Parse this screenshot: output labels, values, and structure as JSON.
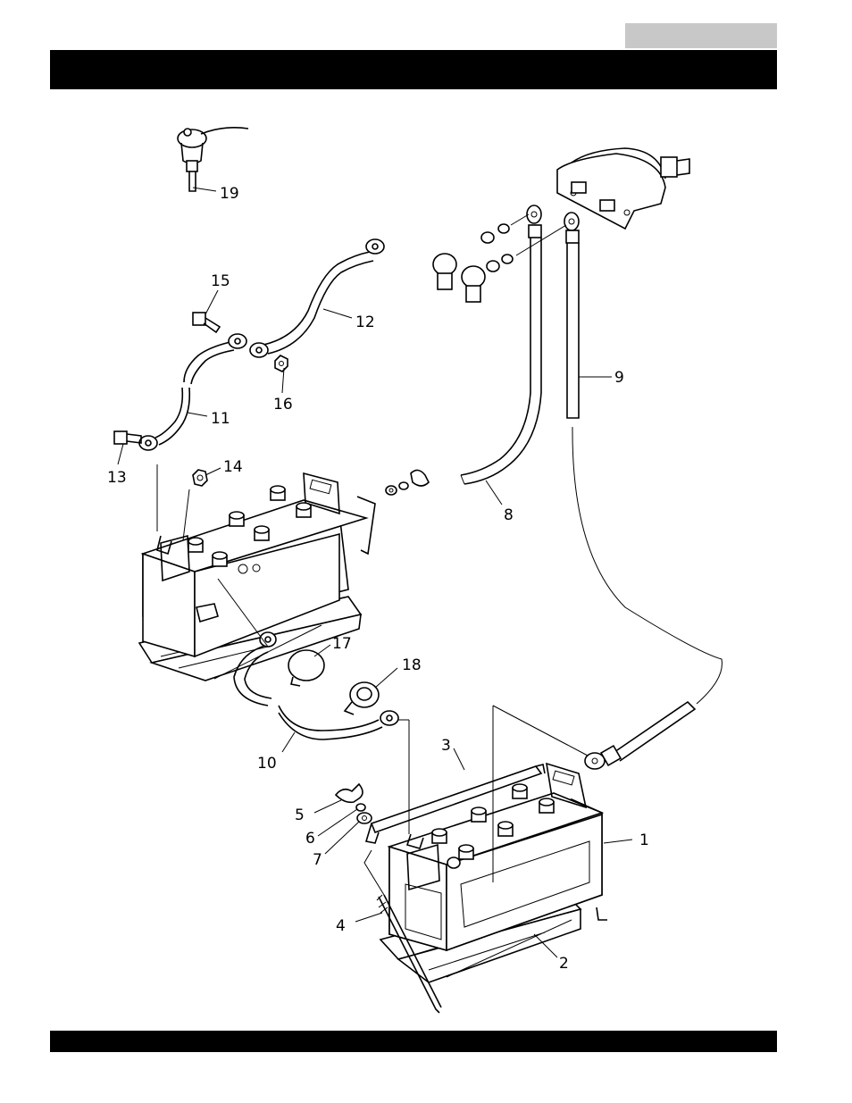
{
  "header": {
    "tab_label": "",
    "title": ""
  },
  "figure": {
    "callouts": {
      "c1": "1",
      "c2": "2",
      "c3": "3",
      "c4": "4",
      "c5": "5",
      "c6": "6",
      "c7": "7",
      "c8": "8",
      "c9": "9",
      "c10": "10",
      "c11": "11",
      "c12": "12",
      "c13": "13",
      "c14": "14",
      "c15": "15",
      "c16": "16",
      "c17": "17",
      "c18": "18",
      "c19": "19"
    }
  },
  "footer": {
    "text": ""
  }
}
